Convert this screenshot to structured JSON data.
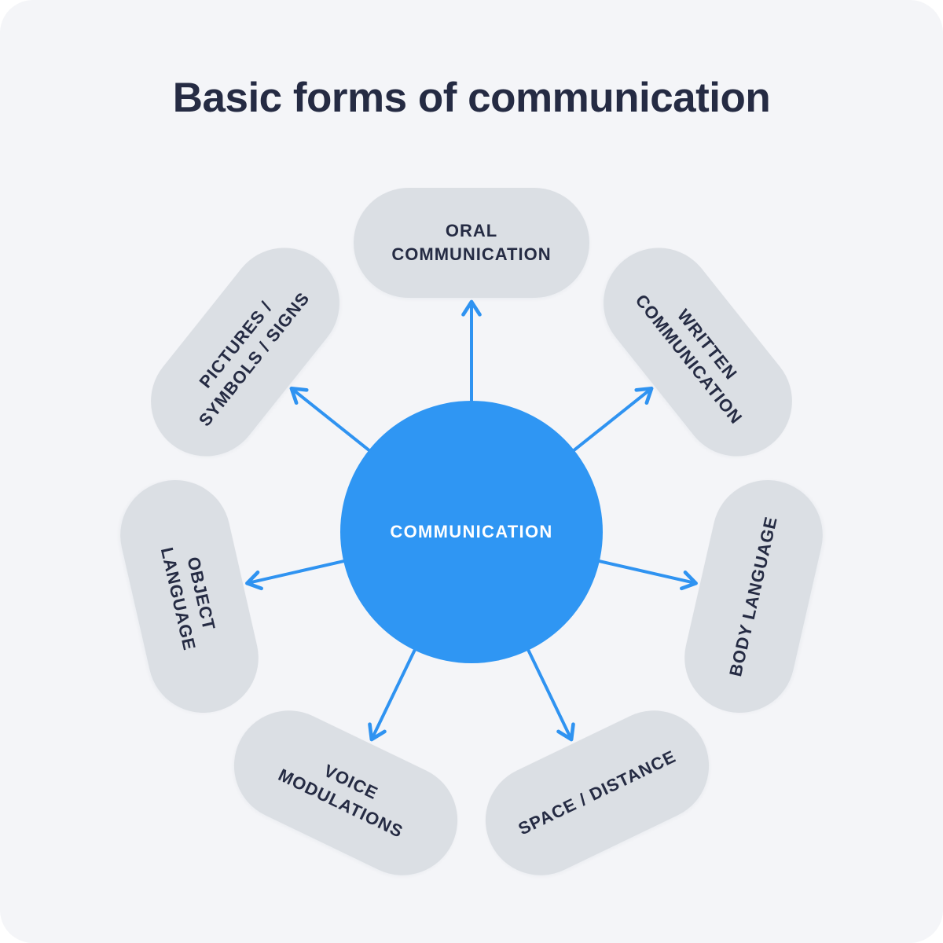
{
  "title": "Basic forms of communication",
  "center": {
    "label": "COMMUNICATION"
  },
  "nodes": [
    {
      "id": "oral-communication",
      "label": "ORAL\nCOMMUNICATION"
    },
    {
      "id": "written-communication",
      "label": "WRITTEN\nCOMMUNICATION"
    },
    {
      "id": "body-language",
      "label": "BODY LANGUAGE"
    },
    {
      "id": "space-distance",
      "label": "SPACE / DISTANCE"
    },
    {
      "id": "voice-modulations",
      "label": "VOICE\nMODULATIONS"
    },
    {
      "id": "object-language",
      "label": "OBJECT\nLANGUAGE"
    },
    {
      "id": "pictures-symbols-signs",
      "label": "PICTURES /\nSYMBOLS / SIGNS"
    }
  ],
  "colors": {
    "accent": "#2F96F3",
    "arrow": "#2F93F1",
    "pill": "#DBDFE4",
    "navy": "#252B43",
    "panel": "#F4F5F8",
    "page": "#FFFFFF"
  }
}
